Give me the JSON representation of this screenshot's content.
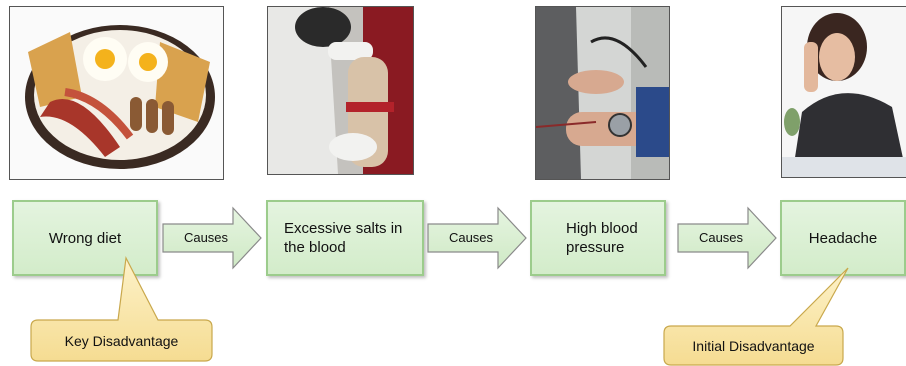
{
  "images": [
    {
      "name": "breakfast-plate"
    },
    {
      "name": "blood-draw"
    },
    {
      "name": "blood-pressure-check"
    },
    {
      "name": "woman-with-headache"
    }
  ],
  "flow": {
    "steps": [
      {
        "label": "Wrong diet"
      },
      {
        "label": "Excessive salts in the blood"
      },
      {
        "label": "High blood pressure"
      },
      {
        "label": "Headache"
      }
    ],
    "connectors": [
      {
        "label": "Causes"
      },
      {
        "label": "Causes"
      },
      {
        "label": "Causes"
      }
    ]
  },
  "callouts": {
    "key": {
      "label": "Key Disadvantage"
    },
    "initial": {
      "label": "Initial Disadvantage"
    }
  },
  "colors": {
    "box_fill": "#d8eed0",
    "box_border": "#9ccc8c",
    "callout_fill": "#fbe9b0",
    "callout_border": "#c9a84c"
  }
}
